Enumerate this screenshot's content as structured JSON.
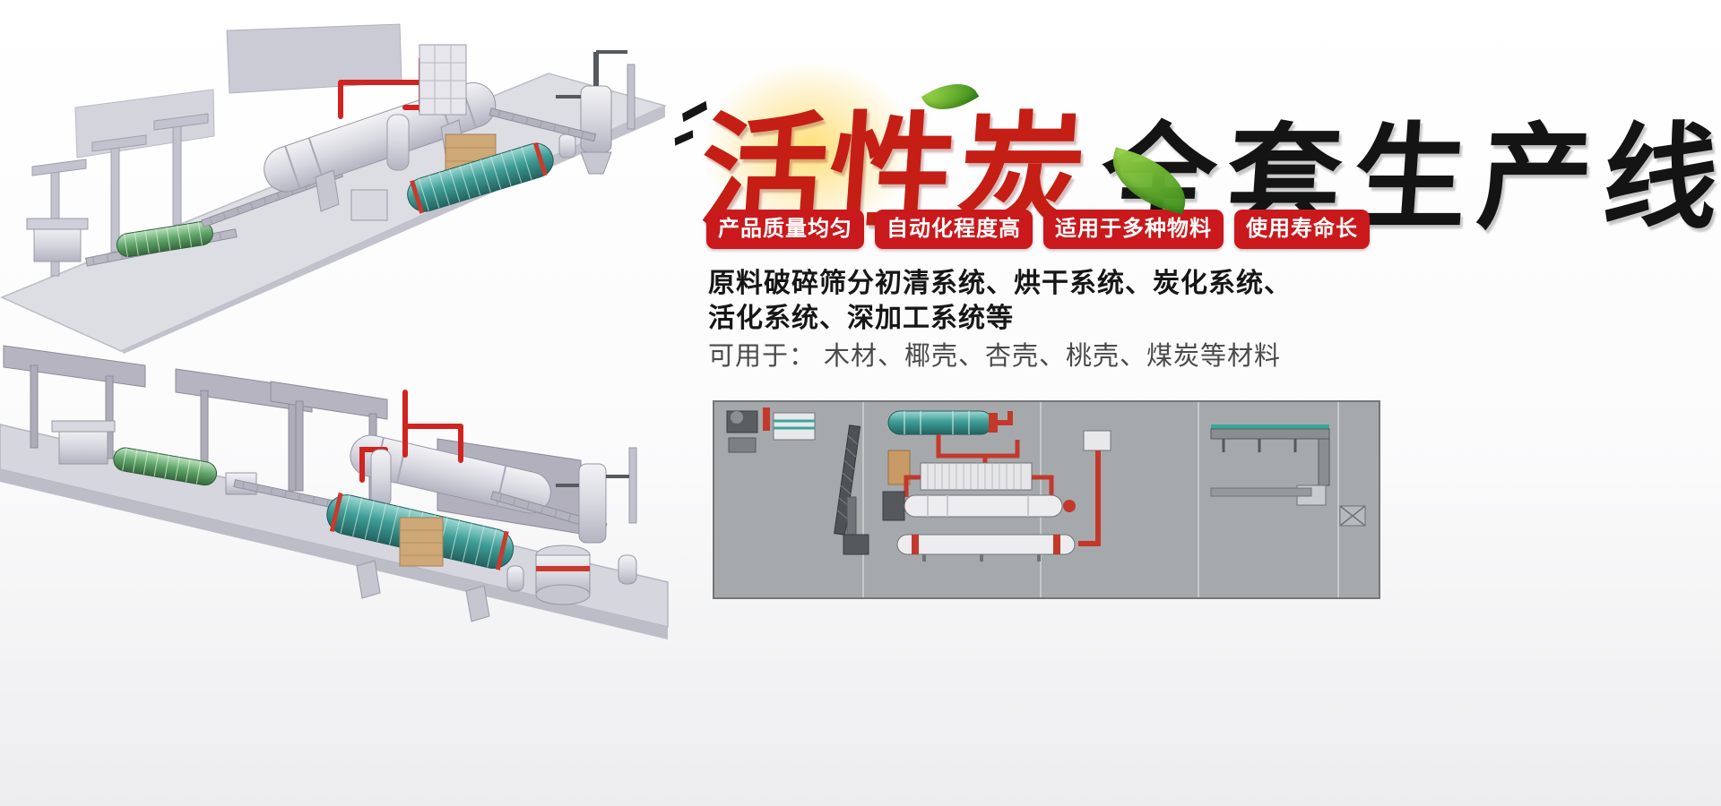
{
  "title": {
    "part1": "活性炭",
    "part2": "全套生产线"
  },
  "badges": {
    "items": [
      {
        "label": "产品质量均匀"
      },
      {
        "label": "自动化程度高"
      },
      {
        "label": "适用于多种物料"
      },
      {
        "label": "使用寿命长"
      }
    ]
  },
  "description": {
    "line1": "原料破碎筛分初清系统、烘干系统、炭化系统、",
    "line2": "活化系统、深加工系统等",
    "usage": "可用于： 木材、椰壳、杏壳、桃壳、煤炭等材料"
  },
  "colors": {
    "accent_red": "#c9191c",
    "title_red": "#c41e15",
    "title_black": "#141414",
    "badge_text": "#ffffff",
    "pipe_red": "#cf2420",
    "machine_teal": "#3f9e97",
    "plan_background": "#a6a9ac"
  },
  "images": {
    "top_render": "production-line-3d-render-top",
    "bottom_render": "production-line-3d-render-bottom",
    "plan_view": "production-line-plan-view"
  }
}
